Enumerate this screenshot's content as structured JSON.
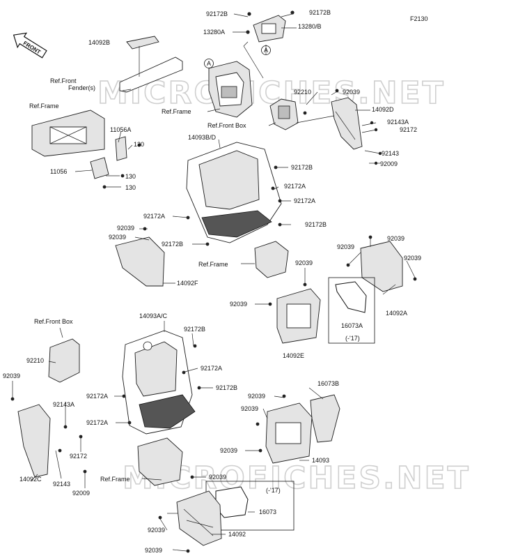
{
  "figure_code": "F2130",
  "watermark": "MICROFICHES.NET",
  "front_arrow": "FRONT",
  "callouts": {
    "a1": "A",
    "a2": "A"
  },
  "labels": {
    "p92172B_top1": "92172B",
    "p92172B_top2": "92172B",
    "p13280A": "13280A",
    "p13280B": "13280/B",
    "p14092B": "14092B",
    "ref_front_fender": "Ref.Front\nFender(s)",
    "ref_frame_1": "Ref.Frame",
    "ref_frame_2": "Ref.Frame",
    "ref_front_box_1": "Ref.Front Box",
    "p92210_1": "92210",
    "p92039_1": "92039",
    "p14092D": "14092D",
    "p92143A_1": "92143A",
    "p92172_1": "92172",
    "p92143_1": "92143",
    "p92009_1": "92009",
    "p11056A": "11056A",
    "p130_1": "130",
    "p11056": "11056",
    "p130_2": "130",
    "p130_3": "130",
    "p14093BD": "14093B/D",
    "p92172B_2": "92172B",
    "p92172A_1": "92172A",
    "p92172A_2": "92172A",
    "p92172A_3": "92172A",
    "p92172B_3": "92172B",
    "p92039_2": "92039",
    "p92039_3": "92039",
    "p92172B_4": "92172B",
    "ref_frame_3": "Ref.Frame",
    "p14092F": "14092F",
    "p92039_4": "92039",
    "p92039_5": "92039",
    "p92039_6": "92039",
    "p92039_7": "92039",
    "p14092A": "14092A",
    "p16073A": "16073A",
    "p17_1": "(-'17)",
    "p92039_8": "92039",
    "p14092E": "14092E",
    "ref_front_box_2": "Ref.Front Box",
    "p92210_2": "92210",
    "p92039_9": "92039",
    "p14093AC": "14093A/C",
    "p92172B_5": "92172B",
    "p92172A_4": "92172A",
    "p92172B_6": "92172B",
    "p92172A_5": "92172A",
    "p92172A_6": "92172A",
    "p92143A_2": "92143A",
    "p92172_2": "92172",
    "p14092C": "14092C",
    "p92143_2": "92143",
    "p92009_2": "92009",
    "ref_frame_4": "Ref.Frame",
    "p16073B": "16073B",
    "p92039_10": "92039",
    "p92039_11": "92039",
    "p92039_12": "92039",
    "p14093": "14093",
    "p92039_13": "92039",
    "p17_2": "(-'17)",
    "p16073": "16073",
    "p92039_14": "92039",
    "p14092": "14092",
    "p92039_15": "92039"
  }
}
